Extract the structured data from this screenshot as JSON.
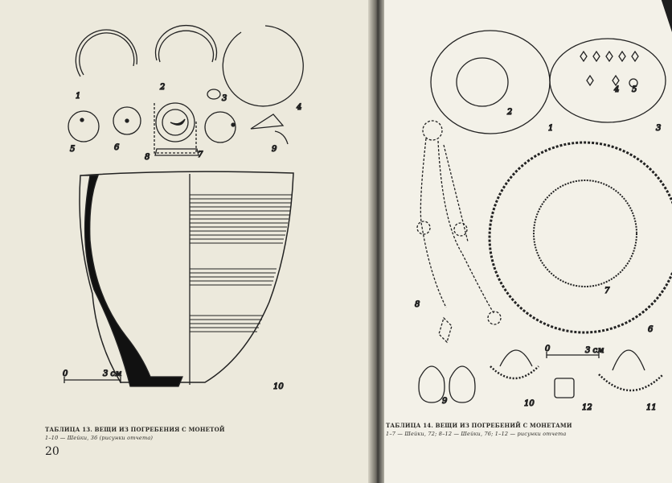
{
  "left_page": {
    "caption_title": "ТАБЛИЦА 13. ВЕЩИ ИЗ ПОГРЕБЕНИЯ С МОНЕТОЙ",
    "caption_sub": "1–10 — Шейки, 36 (рисунки отчета)",
    "page_number": "20",
    "figure_labels": [
      "1",
      "2",
      "3",
      "4",
      "5",
      "6",
      "7",
      "8",
      "9",
      "10"
    ],
    "scale": {
      "zero": "0",
      "length": "3 см"
    }
  },
  "right_page": {
    "caption_title": "ТАБЛИЦА 14. ВЕЩИ ИЗ ПОГРЕБЕНИЙ С МОНЕТАМИ",
    "caption_sub": "1–7 — Шейки, 72; 8–12 — Шейки, 76; 1–12 — рисунки отчета",
    "figure_labels": [
      "1",
      "2",
      "3",
      "4",
      "5",
      "6",
      "7",
      "8",
      "9",
      "10",
      "11",
      "12"
    ],
    "scale": {
      "zero": "0",
      "length": "3 см"
    }
  }
}
